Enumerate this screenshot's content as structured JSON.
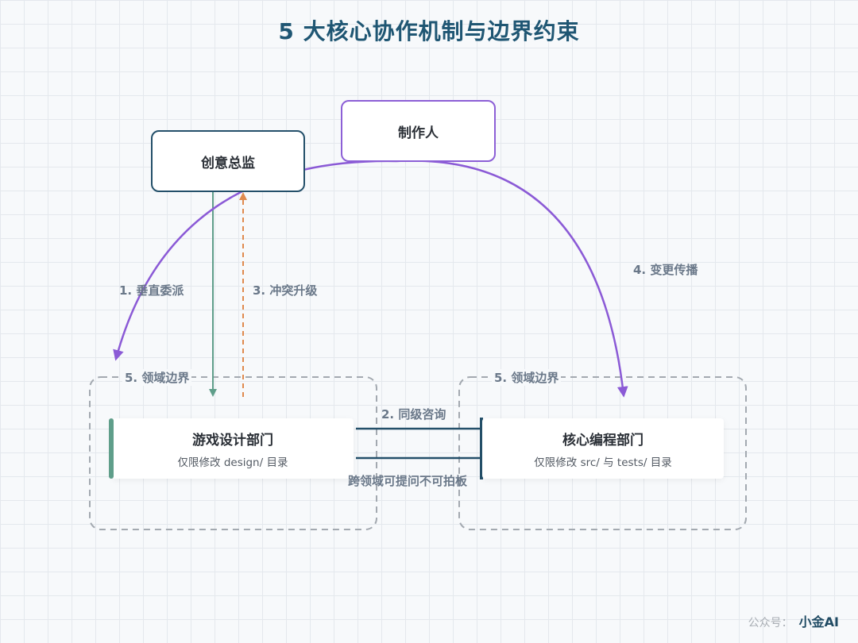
{
  "title": "5 大核心协作机制与边界约束",
  "roles": {
    "creative_director": "创意总监",
    "producer": "制作人"
  },
  "departments": {
    "game_design": {
      "name": "游戏设计部门",
      "scope": "仅限修改 design/ 目录"
    },
    "core_programming": {
      "name": "核心编程部门",
      "scope": "仅限修改 src/ 与 tests/ 目录"
    }
  },
  "mechanisms": {
    "vertical_delegation": "1. 垂直委派",
    "peer_consultation": "2. 同级咨询",
    "conflict_escalation": "3. 冲突升级",
    "change_propagation": "4. 变更传播",
    "domain_boundary": "5. 领域边界",
    "cross_domain_note": "跨领域可提问不可拍板"
  },
  "colors": {
    "title": "#1f5673",
    "director_border": "#24506a",
    "producer_border": "#8c5fd6",
    "delegation_arrow": "#5f9e8a",
    "escalation_arrow": "#e08a4e",
    "propagation_arc": "#8b5ad6",
    "consultation_lines": "#24506a",
    "boundary": "#a3a9b0",
    "design_accent": "#5f9e8a",
    "code_accent": "#24506a"
  },
  "watermark": {
    "label": "公众号：",
    "brand": "小金AI"
  }
}
